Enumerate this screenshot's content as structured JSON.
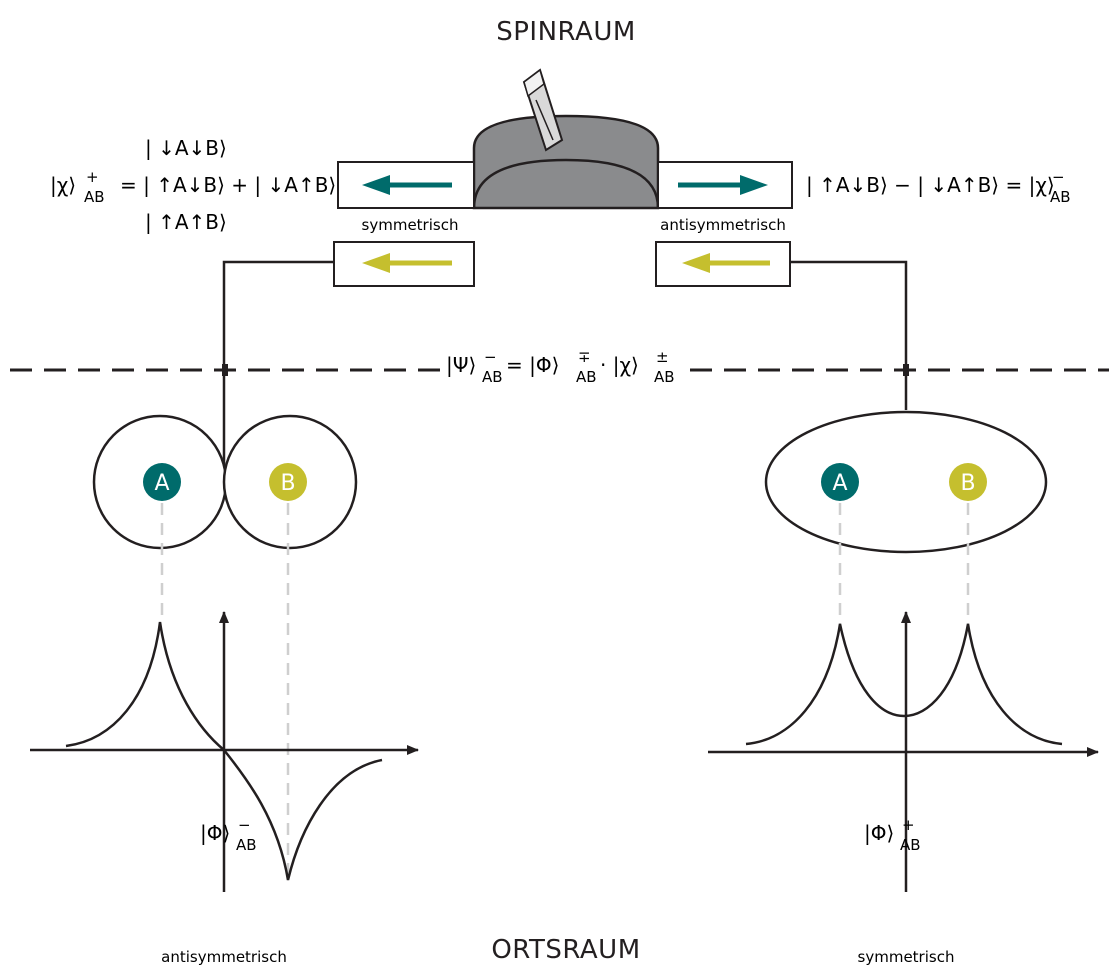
{
  "titles": {
    "spinraum": "SPINRAUM",
    "ortsraum": "ORTSRAUM"
  },
  "colors": {
    "teal": "#006b6b",
    "olive": "#c5bf2e",
    "machine": "#8a8b8d",
    "line": "#231f20",
    "dashed_gray": "#cfcfcf"
  },
  "spin": {
    "left_label": "symmetrisch",
    "right_label": "antisymmetrisch",
    "left_states": {
      "top": "| ↓A↓B⟩",
      "lhs": "|χ⟩",
      "lhs_sup": "+",
      "lhs_sub": "AB",
      "middle": "= | ↑A↓B⟩ + | ↓A↑B⟩",
      "bottom": "| ↑A↑B⟩"
    },
    "right_state": {
      "text": "| ↑A↓B⟩ − | ↓A↑B⟩ = |χ⟩",
      "sup": "−",
      "sub": "AB"
    }
  },
  "center_equation": {
    "psi": "|Ψ⟩",
    "psi_sup": "−",
    "psi_sub": "AB",
    "eq": " = |Φ⟩",
    "phi_sup": "∓",
    "phi_sub": "AB",
    "dot": " · |χ⟩",
    "chi_sup": "±",
    "chi_sub": "AB"
  },
  "particles": {
    "a": "A",
    "b": "B"
  },
  "left_plot": {
    "phi": "|Φ⟩",
    "sup": "−",
    "sub": "AB",
    "label": "antisymmetrisch"
  },
  "right_plot": {
    "phi": "|Φ⟩",
    "sup": "+",
    "sub": "AB",
    "label": "symmetrisch"
  }
}
